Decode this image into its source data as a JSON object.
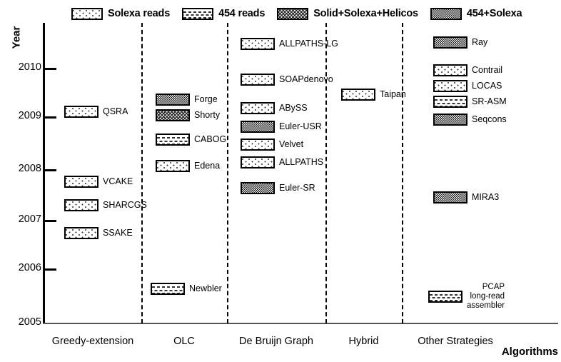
{
  "chart_data": {
    "type": "scatter",
    "title": "",
    "xlabel": "Algorithms",
    "ylabel": "Year",
    "ylim": [
      2005,
      2010.9
    ],
    "yticks": [
      "2005",
      "2006",
      "2007",
      "2008",
      "2009",
      "2010"
    ],
    "grid": false,
    "legend_position": "top",
    "categories": [
      "Greedy-extension",
      "OLC",
      "De Bruijn Graph",
      "Hybrid",
      "Other Strategies"
    ],
    "legend": [
      {
        "label": "Solexa reads",
        "pattern": "solexa"
      },
      {
        "label": "454 reads",
        "pattern": "454"
      },
      {
        "label": "Solid+Solexa+Helicos",
        "pattern": "wavy"
      },
      {
        "label": "454+Solexa",
        "pattern": "454solexa"
      }
    ],
    "series": [
      {
        "name": "Greedy-extension",
        "points": [
          {
            "label": "QSRA",
            "year": 2009.15,
            "pattern": "solexa"
          },
          {
            "label": "VCAKE",
            "year": 2007.75,
            "pattern": "solexa"
          },
          {
            "label": "SHARCGS",
            "year": 2007.28,
            "pattern": "solexa"
          },
          {
            "label": "SSAKE",
            "year": 2006.72,
            "pattern": "solexa"
          }
        ]
      },
      {
        "name": "OLC",
        "points": [
          {
            "label": "Forge",
            "year": 2009.45,
            "pattern": "454solexa"
          },
          {
            "label": "Shorty",
            "year": 2009.13,
            "pattern": "wavy"
          },
          {
            "label": "CABOG",
            "year": 2008.65,
            "pattern": "454"
          },
          {
            "label": "Edena",
            "year": 2008.12,
            "pattern": "solexa"
          },
          {
            "label": "Newbler",
            "year": 2005.65,
            "pattern": "454"
          }
        ]
      },
      {
        "name": "De Bruijn Graph",
        "points": [
          {
            "label": "ALLPATHS-LG",
            "year": 2010.48,
            "pattern": "solexa"
          },
          {
            "label": "SOAPdenovo",
            "year": 2009.78,
            "pattern": "solexa"
          },
          {
            "label": "ABySS",
            "year": 2009.22,
            "pattern": "solexa"
          },
          {
            "label": "Euler-USR",
            "year": 2008.87,
            "pattern": "454solexa"
          },
          {
            "label": "Velvet",
            "year": 2008.52,
            "pattern": "solexa"
          },
          {
            "label": "ALLPATHS",
            "year": 2008.17,
            "pattern": "solexa"
          },
          {
            "label": "Euler-SR",
            "year": 2007.65,
            "pattern": "454solexa"
          }
        ]
      },
      {
        "name": "Hybrid",
        "points": [
          {
            "label": "Taipan",
            "year": 2009.48,
            "pattern": "solexa"
          }
        ]
      },
      {
        "name": "Other Strategies",
        "points": [
          {
            "label": "Ray",
            "year": 2010.52,
            "pattern": "454solexa"
          },
          {
            "label": "Contrail",
            "year": 2009.95,
            "pattern": "solexa"
          },
          {
            "label": "LOCAS",
            "year": 2009.63,
            "pattern": "solexa"
          },
          {
            "label": "SR-ASM",
            "year": 2009.33,
            "pattern": "454"
          },
          {
            "label": "Seqcons",
            "year": 2008.97,
            "pattern": "454solexa"
          },
          {
            "label": "MIRA3",
            "year": 2007.45,
            "pattern": "454solexa"
          },
          {
            "label": "PCAP long-read assembler",
            "year": 2005.65,
            "pattern": "454",
            "label_lines": [
              "PCAP",
              "long-read",
              "assembler"
            ]
          }
        ]
      }
    ]
  },
  "layout": {
    "legend": {
      "0": {
        "label": "Solexa reads"
      },
      "1": {
        "label": "454 reads"
      },
      "2": {
        "label": "Solid+Solexa+Helicos"
      },
      "3": {
        "label": "454+Solexa"
      }
    },
    "yaxis": {
      "title": "Year",
      "ticks": [
        "2010",
        "2009",
        "2008",
        "2007",
        "2006",
        "2005"
      ]
    },
    "xaxis": {
      "title": "Algorithms",
      "categories": [
        "Greedy-extension",
        "OLC",
        "De Bruijn Graph",
        "Hybrid",
        "Other Strategies"
      ]
    },
    "items": {
      "qsra": "QSRA",
      "vcake": "VCAKE",
      "sharcgs": "SHARCGS",
      "ssake": "SSAKE",
      "forge": "Forge",
      "shorty": "Shorty",
      "cabog": "CABOG",
      "edena": "Edena",
      "newbler": "Newbler",
      "allpaths_lg": "ALLPATHS-LG",
      "soapdenovo": "SOAPdenovo",
      "abyss": "ABySS",
      "euler_usr": "Euler-USR",
      "velvet": "Velvet",
      "allpaths": "ALLPATHS",
      "euler_sr": "Euler-SR",
      "taipan": "Taipan",
      "ray": "Ray",
      "contrail": "Contrail",
      "locas": "LOCAS",
      "sr_asm": "SR-ASM",
      "seqcons": "Seqcons",
      "mira3": "MIRA3",
      "pcap_l1": "PCAP",
      "pcap_l2": "long-read",
      "pcap_l3": "assembler"
    }
  }
}
